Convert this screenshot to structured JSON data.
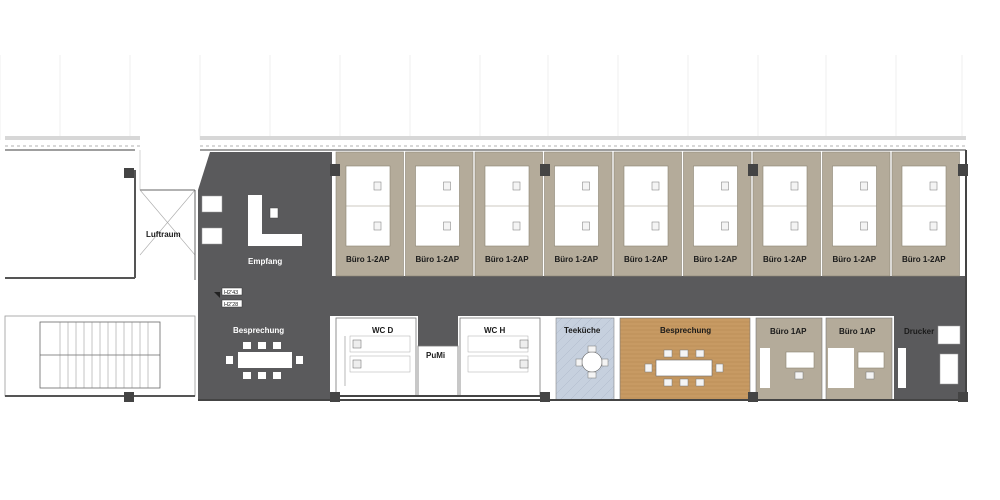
{
  "rooms": {
    "luftraum": "Luftraum",
    "empfang": "Empfang",
    "besprechung_left": "Besprechung",
    "wc_d": "WC D",
    "wc_h": "WC H",
    "pumi": "PuMi",
    "teekueche": "Teeküche",
    "besprechung_mid": "Besprechung",
    "buero_1ap_a": "Büro 1AP",
    "buero_1ap_b": "Büro 1AP",
    "drucker": "Drucker",
    "offices_top": [
      "Büro 1-2AP",
      "Büro 1-2AP",
      "Büro 1-2AP",
      "Büro 1-2AP",
      "Büro 1-2AP",
      "Büro 1-2AP",
      "Büro 1-2AP",
      "Büro 1-2AP",
      "Büro 1-2AP"
    ]
  },
  "height_tags": [
    "H2'43",
    "H2'28"
  ],
  "colors": {
    "circulation": "#5a5a5c",
    "office_floor": "#b4ab9a",
    "meeting_floor": "#c4935a",
    "kitchen_floor": "#c3cedd",
    "wc_floor": "#ffffff"
  }
}
